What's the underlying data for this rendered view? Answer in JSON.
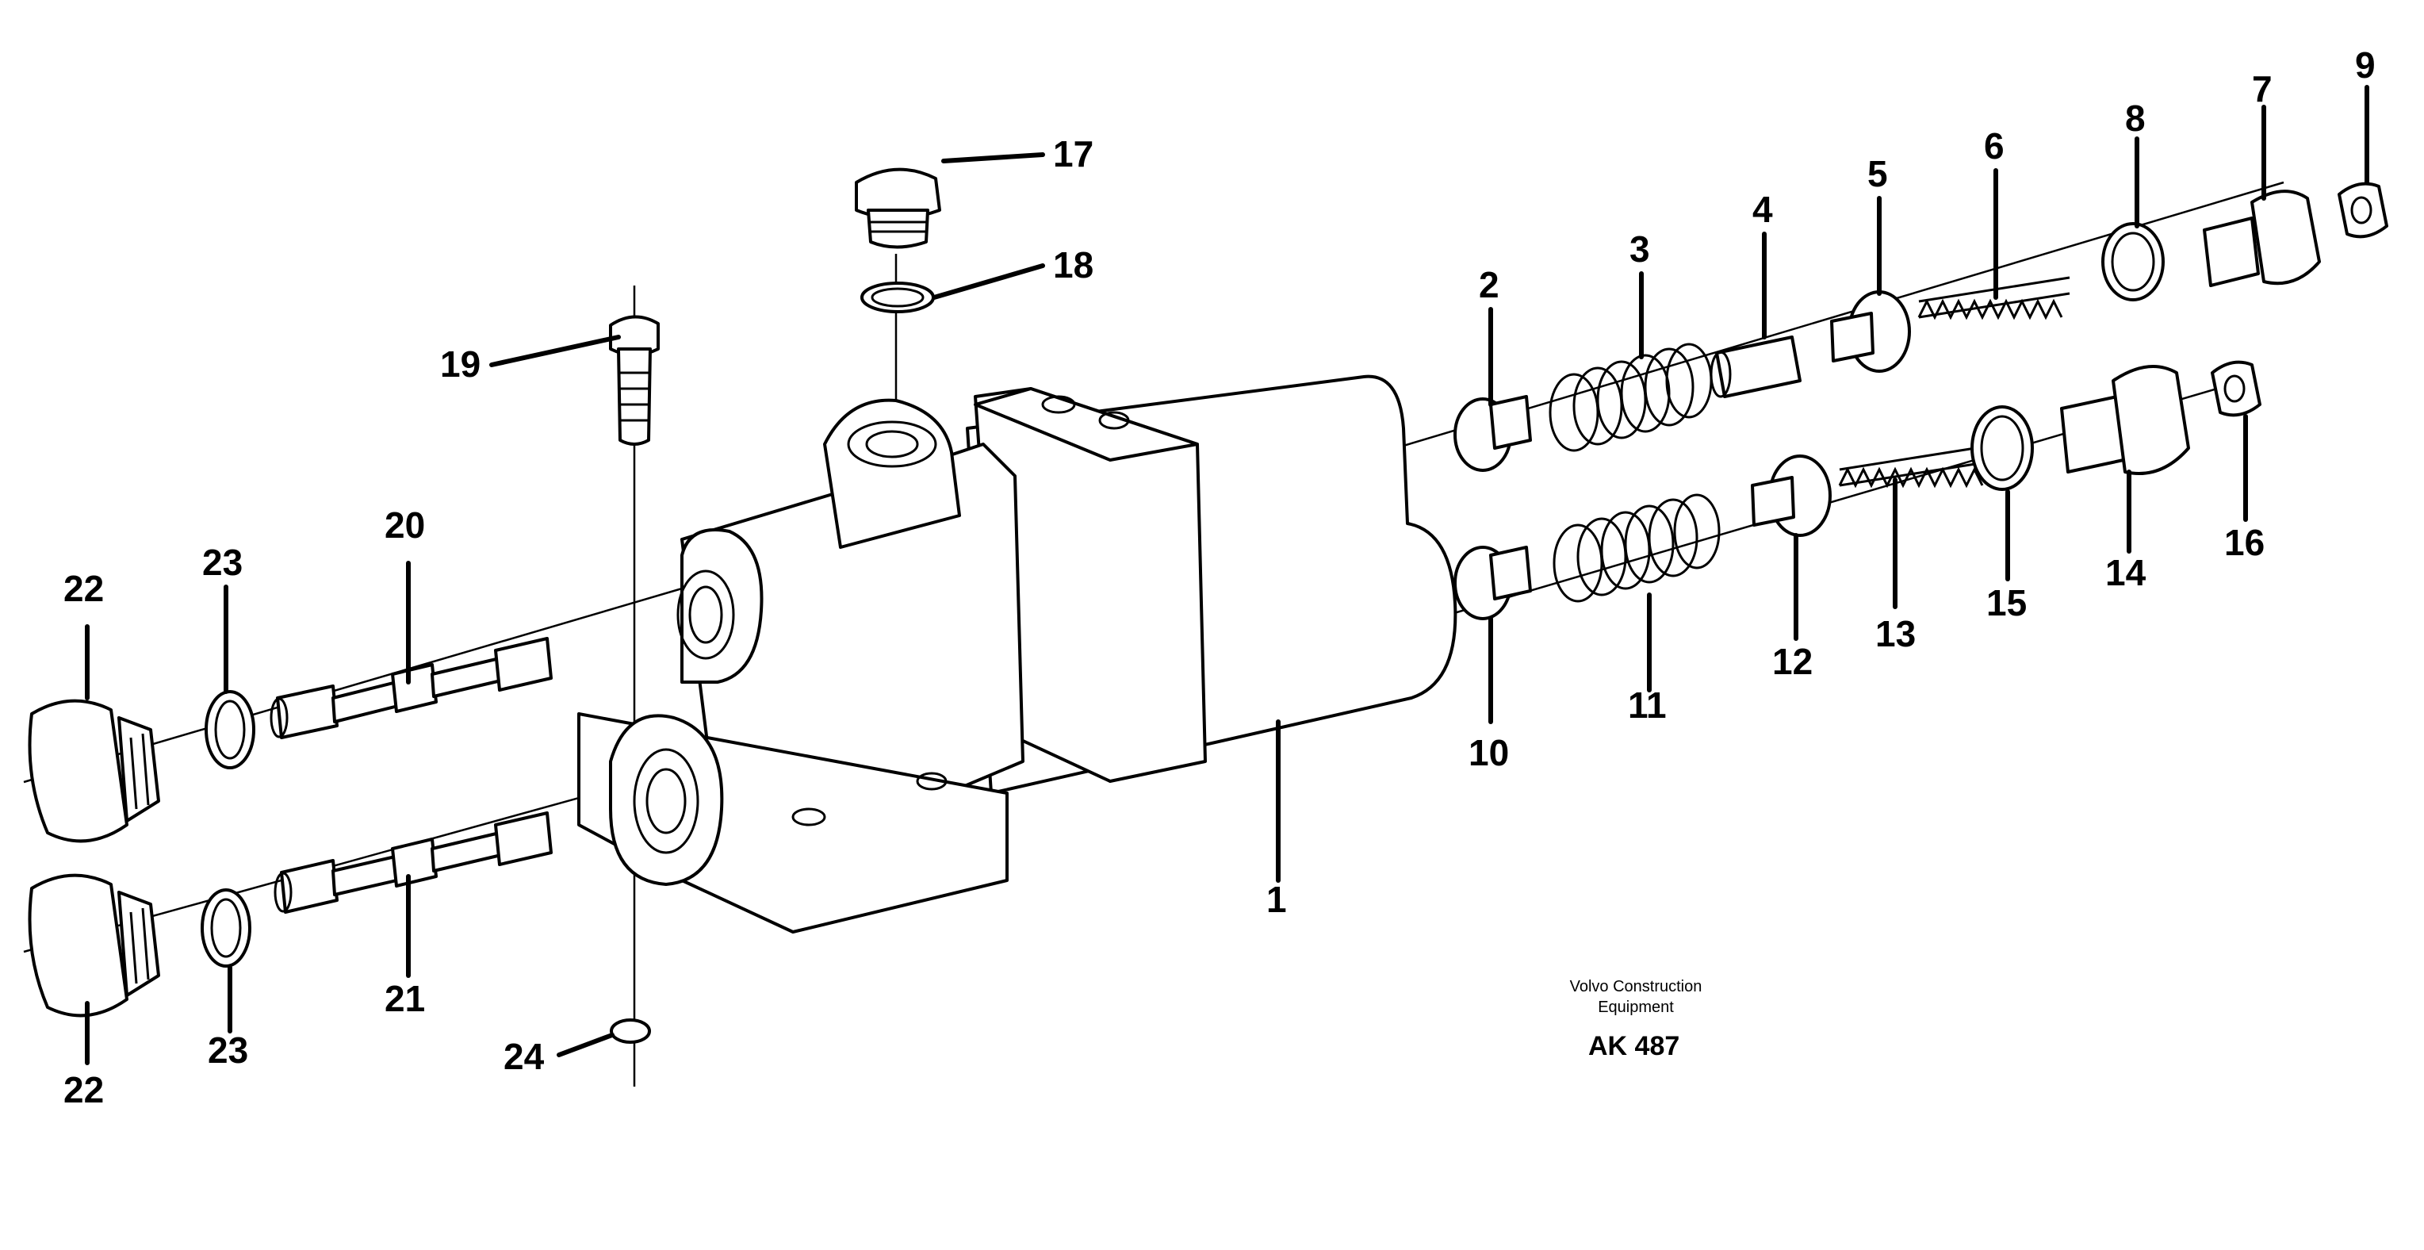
{
  "caption": {
    "company_line1": "Volvo Construction",
    "company_line2": "Equipment",
    "reference": "AK 487"
  },
  "callouts": [
    "1",
    "2",
    "3",
    "4",
    "5",
    "6",
    "7",
    "8",
    "9",
    "10",
    "11",
    "12",
    "13",
    "14",
    "15",
    "16",
    "17",
    "18",
    "19",
    "20",
    "21",
    "22",
    "22",
    "23",
    "23",
    "24"
  ]
}
